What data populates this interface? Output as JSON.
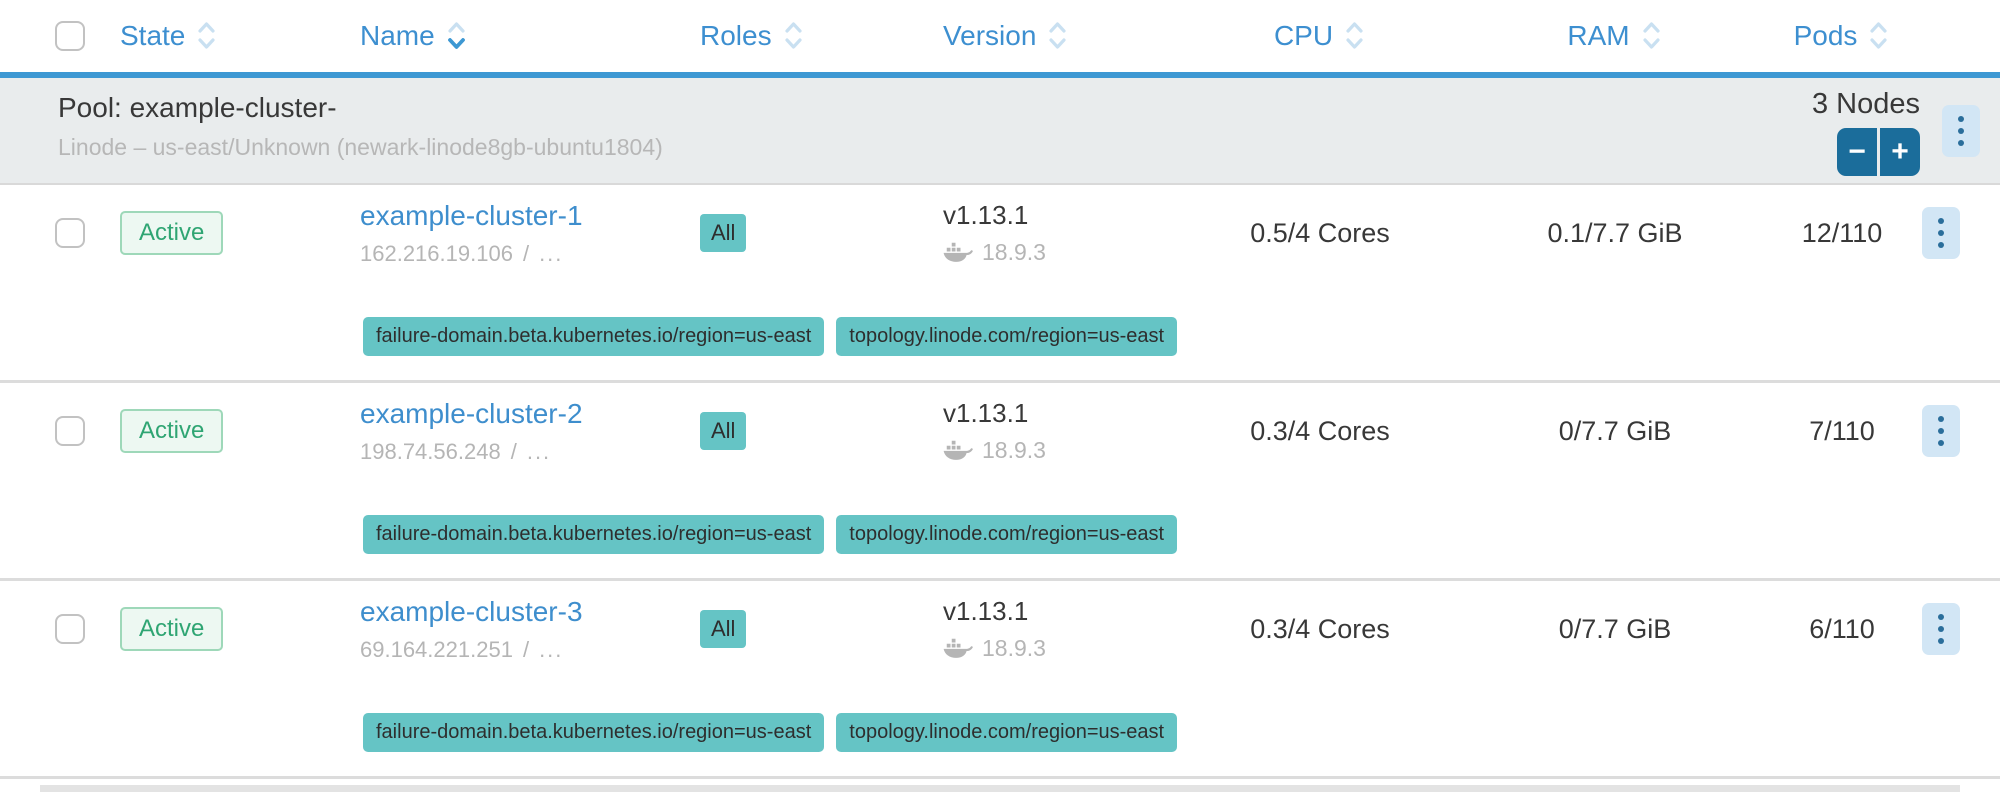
{
  "table": {
    "columns": [
      {
        "label": "State"
      },
      {
        "label": "Name"
      },
      {
        "label": "Roles"
      },
      {
        "label": "Version"
      },
      {
        "label": "CPU"
      },
      {
        "label": "RAM"
      },
      {
        "label": "Pods"
      }
    ],
    "sort": {
      "column": "Name",
      "direction": "desc"
    }
  },
  "pool": {
    "title": "Pool: example-cluster-",
    "subtitle": "Linode – us-east/Unknown (newark-linode8gb-ubuntu1804)",
    "node_count": "3 Nodes",
    "minus_label": "−",
    "plus_label": "+"
  },
  "rows": [
    {
      "state": "Active",
      "name": "example-cluster-1",
      "ip": "162.216.19.106",
      "ip_sep": "/",
      "ip_more": "...",
      "roles": "All",
      "version": "v1.13.1",
      "docker_version": "18.9.3",
      "cpu": "0.5/4 Cores",
      "ram": "0.1/7.7 GiB",
      "pods": "12/110",
      "labels": [
        "failure-domain.beta.kubernetes.io/region=us-east",
        "topology.linode.com/region=us-east"
      ]
    },
    {
      "state": "Active",
      "name": "example-cluster-2",
      "ip": "198.74.56.248",
      "ip_sep": "/",
      "ip_more": "...",
      "roles": "All",
      "version": "v1.13.1",
      "docker_version": "18.9.3",
      "cpu": "0.3/4 Cores",
      "ram": "0/7.7 GiB",
      "pods": "7/110",
      "labels": [
        "failure-domain.beta.kubernetes.io/region=us-east",
        "topology.linode.com/region=us-east"
      ]
    },
    {
      "state": "Active",
      "name": "example-cluster-3",
      "ip": "69.164.221.251",
      "ip_sep": "/",
      "ip_more": "...",
      "roles": "All",
      "version": "v1.13.1",
      "docker_version": "18.9.3",
      "cpu": "0.3/4 Cores",
      "ram": "0/7.7 GiB",
      "pods": "6/110",
      "labels": [
        "failure-domain.beta.kubernetes.io/region=us-east",
        "topology.linode.com/region=us-east"
      ]
    }
  ],
  "icons": {
    "sort": "sort-chevrons",
    "docker": "docker-whale",
    "kebab": "vertical-dots"
  },
  "colors": {
    "header_blue": "#3d98d3",
    "link_blue": "#3e8ecd",
    "pool_bg": "#e9eced",
    "active_green": "#2fa573",
    "teal_badge": "#65c4c5",
    "scale_btn_blue": "#1b6d9b",
    "kebab_bg": "#d2e6f5",
    "muted_text": "#b5b5b5"
  }
}
